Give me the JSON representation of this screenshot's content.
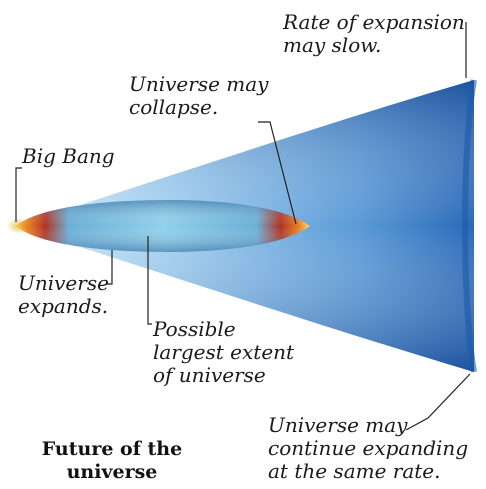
{
  "labels": {
    "rate_slow": [
      "Rate of expansion",
      "may slow."
    ],
    "collapse": [
      "Universe may",
      "collapse."
    ],
    "big_bang": [
      "Big Bang"
    ],
    "expands": [
      "Universe",
      "expands."
    ],
    "largest_extent": [
      "Possible",
      "largest extent",
      "of universe"
    ],
    "continue": [
      "Universe may",
      "continue expanding",
      "at the same rate."
    ]
  },
  "caption": [
    "Future of the",
    "universe"
  ],
  "colors": {
    "cone_light": "#bfe0f5",
    "cone_mid": "#6fb2e0",
    "cone_dark": "#1f5fae",
    "ellipse_core": "#7fc4e2",
    "hot_red": "#c0392b",
    "hot_orange": "#f39c12",
    "hot_yellow": "#f7dc6f",
    "leader": "#222222"
  }
}
